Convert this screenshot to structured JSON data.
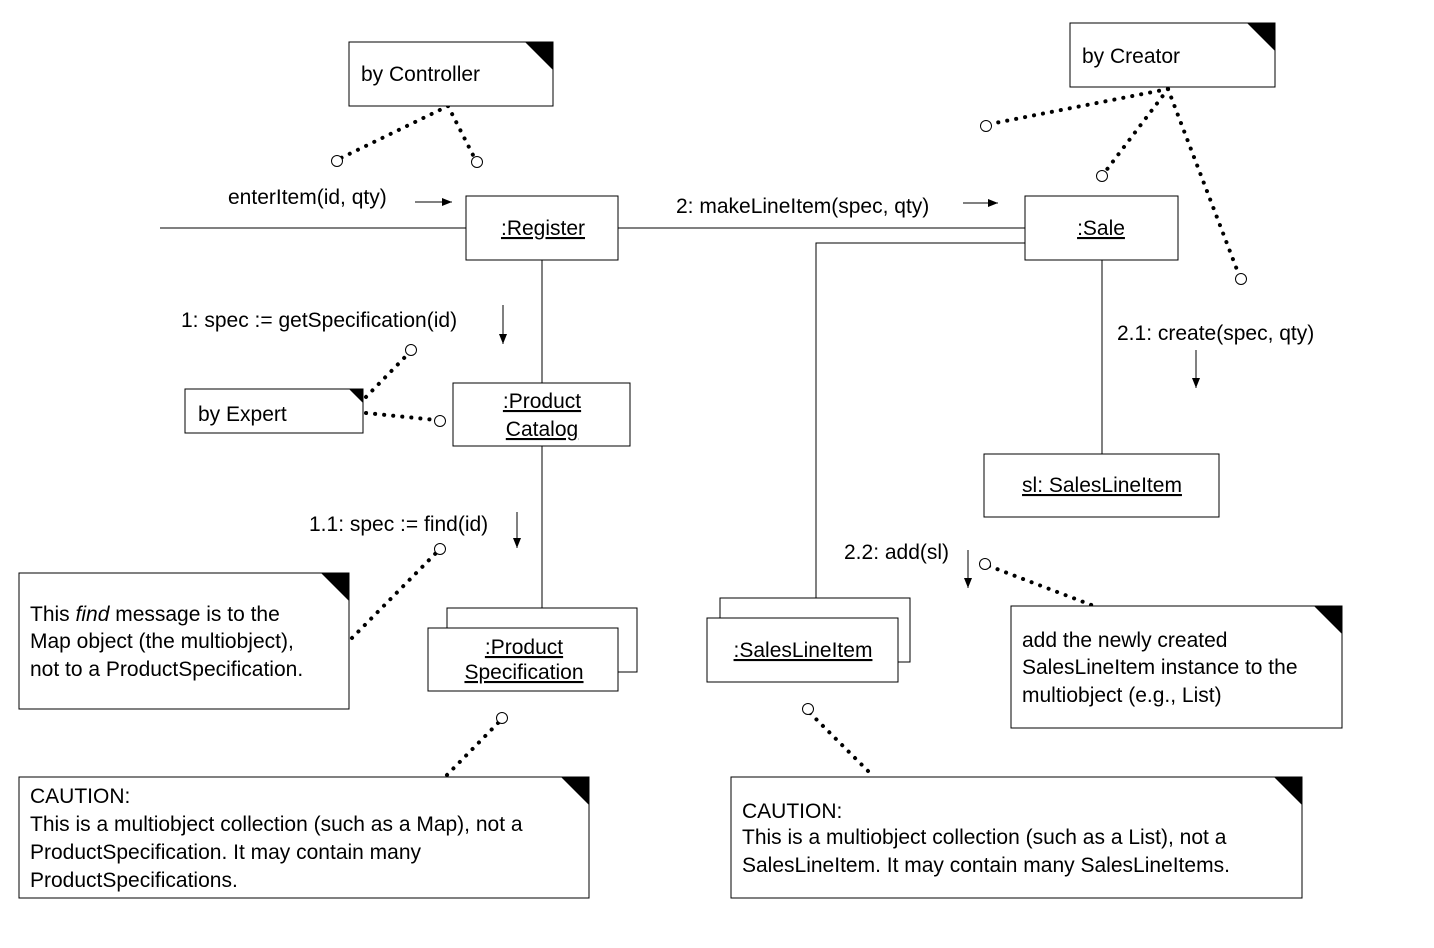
{
  "notes": {
    "controller": "by Controller",
    "creator": "by Creator",
    "expert": "by Expert",
    "find_note": {
      "l1_pre": "This ",
      "l1_em": "find",
      "l1_post": " message is to the",
      "l2": "Map object (the multiobject),",
      "l3": "not to a ProductSpecification."
    },
    "add_note": {
      "l1": "add the newly created",
      "l2": "SalesLineItem instance to the",
      "l3": "multiobject (e.g., List)"
    },
    "caution_map": {
      "l1": "CAUTION:",
      "l2": "This is a multiobject collection (such as a Map), not a",
      "l3": "ProductSpecification. It may contain many",
      "l4": "ProductSpecifications."
    },
    "caution_list": {
      "l1": "CAUTION:",
      "l2": "This is a multiobject collection (such as a List), not a",
      "l3": "SalesLineItem. It may contain many SalesLineItems."
    }
  },
  "objects": {
    "register": ":Register",
    "sale": ":Sale",
    "catalog_l1": ":Product",
    "catalog_l2": "Catalog",
    "spec_l1": ":Product",
    "spec_l2": "Specification",
    "sli_multi": ":SalesLineItem",
    "sl": "sl: SalesLineItem"
  },
  "messages": {
    "enter_item": "enterItem(id, qty)",
    "make_line_item": "2: makeLineItem(spec, qty)",
    "get_spec": "1: spec := getSpecification(id)",
    "find": "1.1: spec := find(id)",
    "create": "2.1: create(spec, qty)",
    "add": "2.2: add(sl)"
  }
}
